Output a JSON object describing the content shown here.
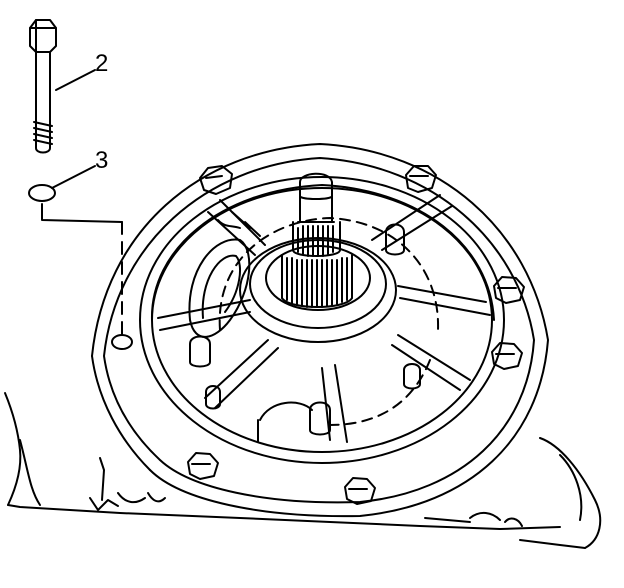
{
  "callouts": [
    {
      "label": "2",
      "part": "bolt"
    },
    {
      "label": "3",
      "part": "washer"
    }
  ],
  "colors": {
    "line": "#000000",
    "background": "#ffffff"
  }
}
